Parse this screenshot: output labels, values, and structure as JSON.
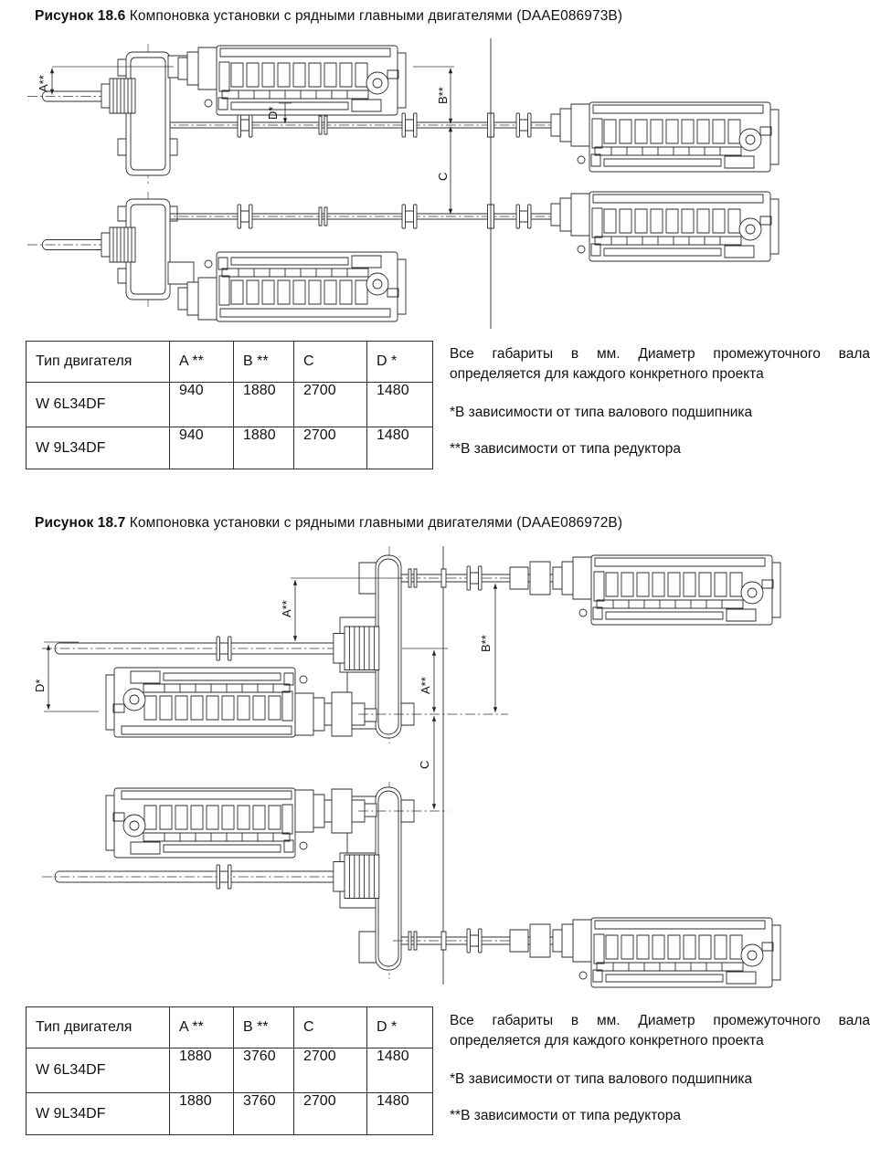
{
  "figures": [
    {
      "label": "Рисунок 18.6",
      "caption": "Компоновка установки с рядными главными двигателями (DAAE086973B)",
      "dims": {
        "a": "A**",
        "b": "B**",
        "c": "C",
        "d": "D*"
      },
      "table": {
        "headers": [
          "Тип двигателя",
          "A **",
          "B **",
          "C",
          "D *"
        ],
        "rows": [
          [
            "W 6L34DF",
            "940",
            "1880",
            "2700",
            "1480"
          ],
          [
            "W 9L34DF",
            "940",
            "1880",
            "2700",
            "1480"
          ]
        ]
      },
      "notes": {
        "main": "Все габариты в мм. Диаметр промежуточного вала определяется для каждого конкретного проекта",
        "star": "*В зависимости от типа валового подшипника",
        "double_star": "**В зависимости от типа редуктора"
      }
    },
    {
      "label": "Рисунок 18.7",
      "caption": "Компоновка установки с рядными главными двигателями (DAAE086972B)",
      "dims": {
        "a": "A**",
        "b": "B**",
        "c": "C",
        "d": "D*"
      },
      "table": {
        "headers": [
          "Тип двигателя",
          "A **",
          "B **",
          "C",
          "D *"
        ],
        "rows": [
          [
            "W 6L34DF",
            "1880",
            "3760",
            "2700",
            "1480"
          ],
          [
            "W 9L34DF",
            "1880",
            "3760",
            "2700",
            "1480"
          ]
        ]
      },
      "notes": {
        "main": "Все габариты в мм. Диаметр промежуточного вала определяется для каждого конкретного проекта",
        "star": "*В зависимости от типа валового подшипника",
        "double_star": "**В зависимости от типа редуктора"
      }
    }
  ]
}
